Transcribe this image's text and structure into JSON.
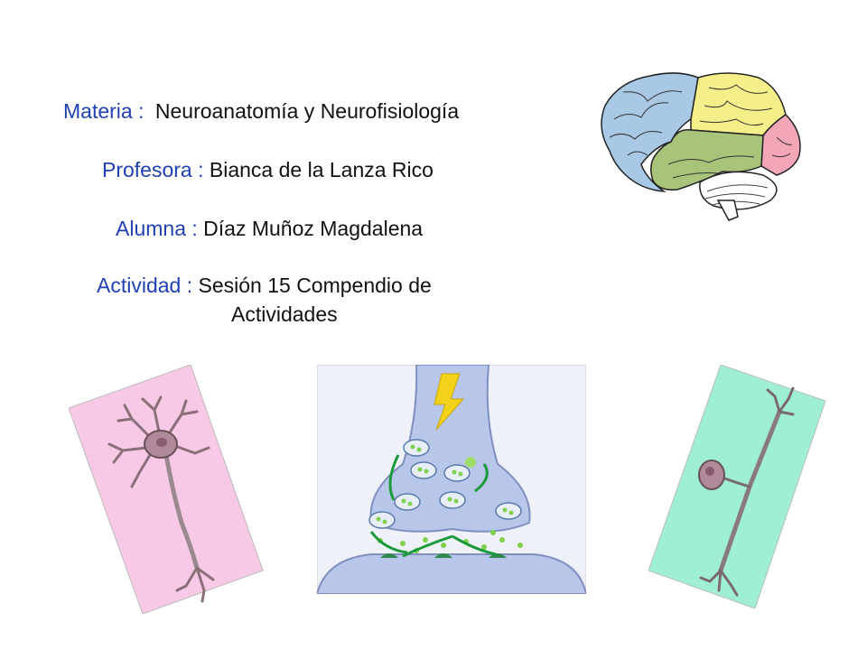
{
  "slide": {
    "materia": {
      "label": "Materia :",
      "value": "Neuroanatomía y Neurofisiología"
    },
    "profesora": {
      "label": "Profesora :",
      "value": "Bianca de la Lanza Rico"
    },
    "alumna": {
      "label": "Alumna :",
      "value": "Díaz Muñoz Magdalena"
    },
    "actividad": {
      "label": "Actividad :",
      "value": "Sesión 15 Compendio de",
      "value_cont": "Actividades"
    }
  },
  "colors": {
    "label_blue": "#1f3fb3",
    "brain_frontal": "#a9c8e6",
    "brain_parietal": "#f5ef8a",
    "brain_occipital": "#f2a6b8",
    "brain_temporal": "#a8c47a",
    "card_pink": "#f7c9e6",
    "card_mint": "#9ff0d2",
    "synapse_bg": "#c6d2ee"
  },
  "illustrations": [
    "brain-lobes-illustration",
    "multipolar-neuron-illustration",
    "synapse-illustration",
    "unipolar-neuron-illustration"
  ]
}
